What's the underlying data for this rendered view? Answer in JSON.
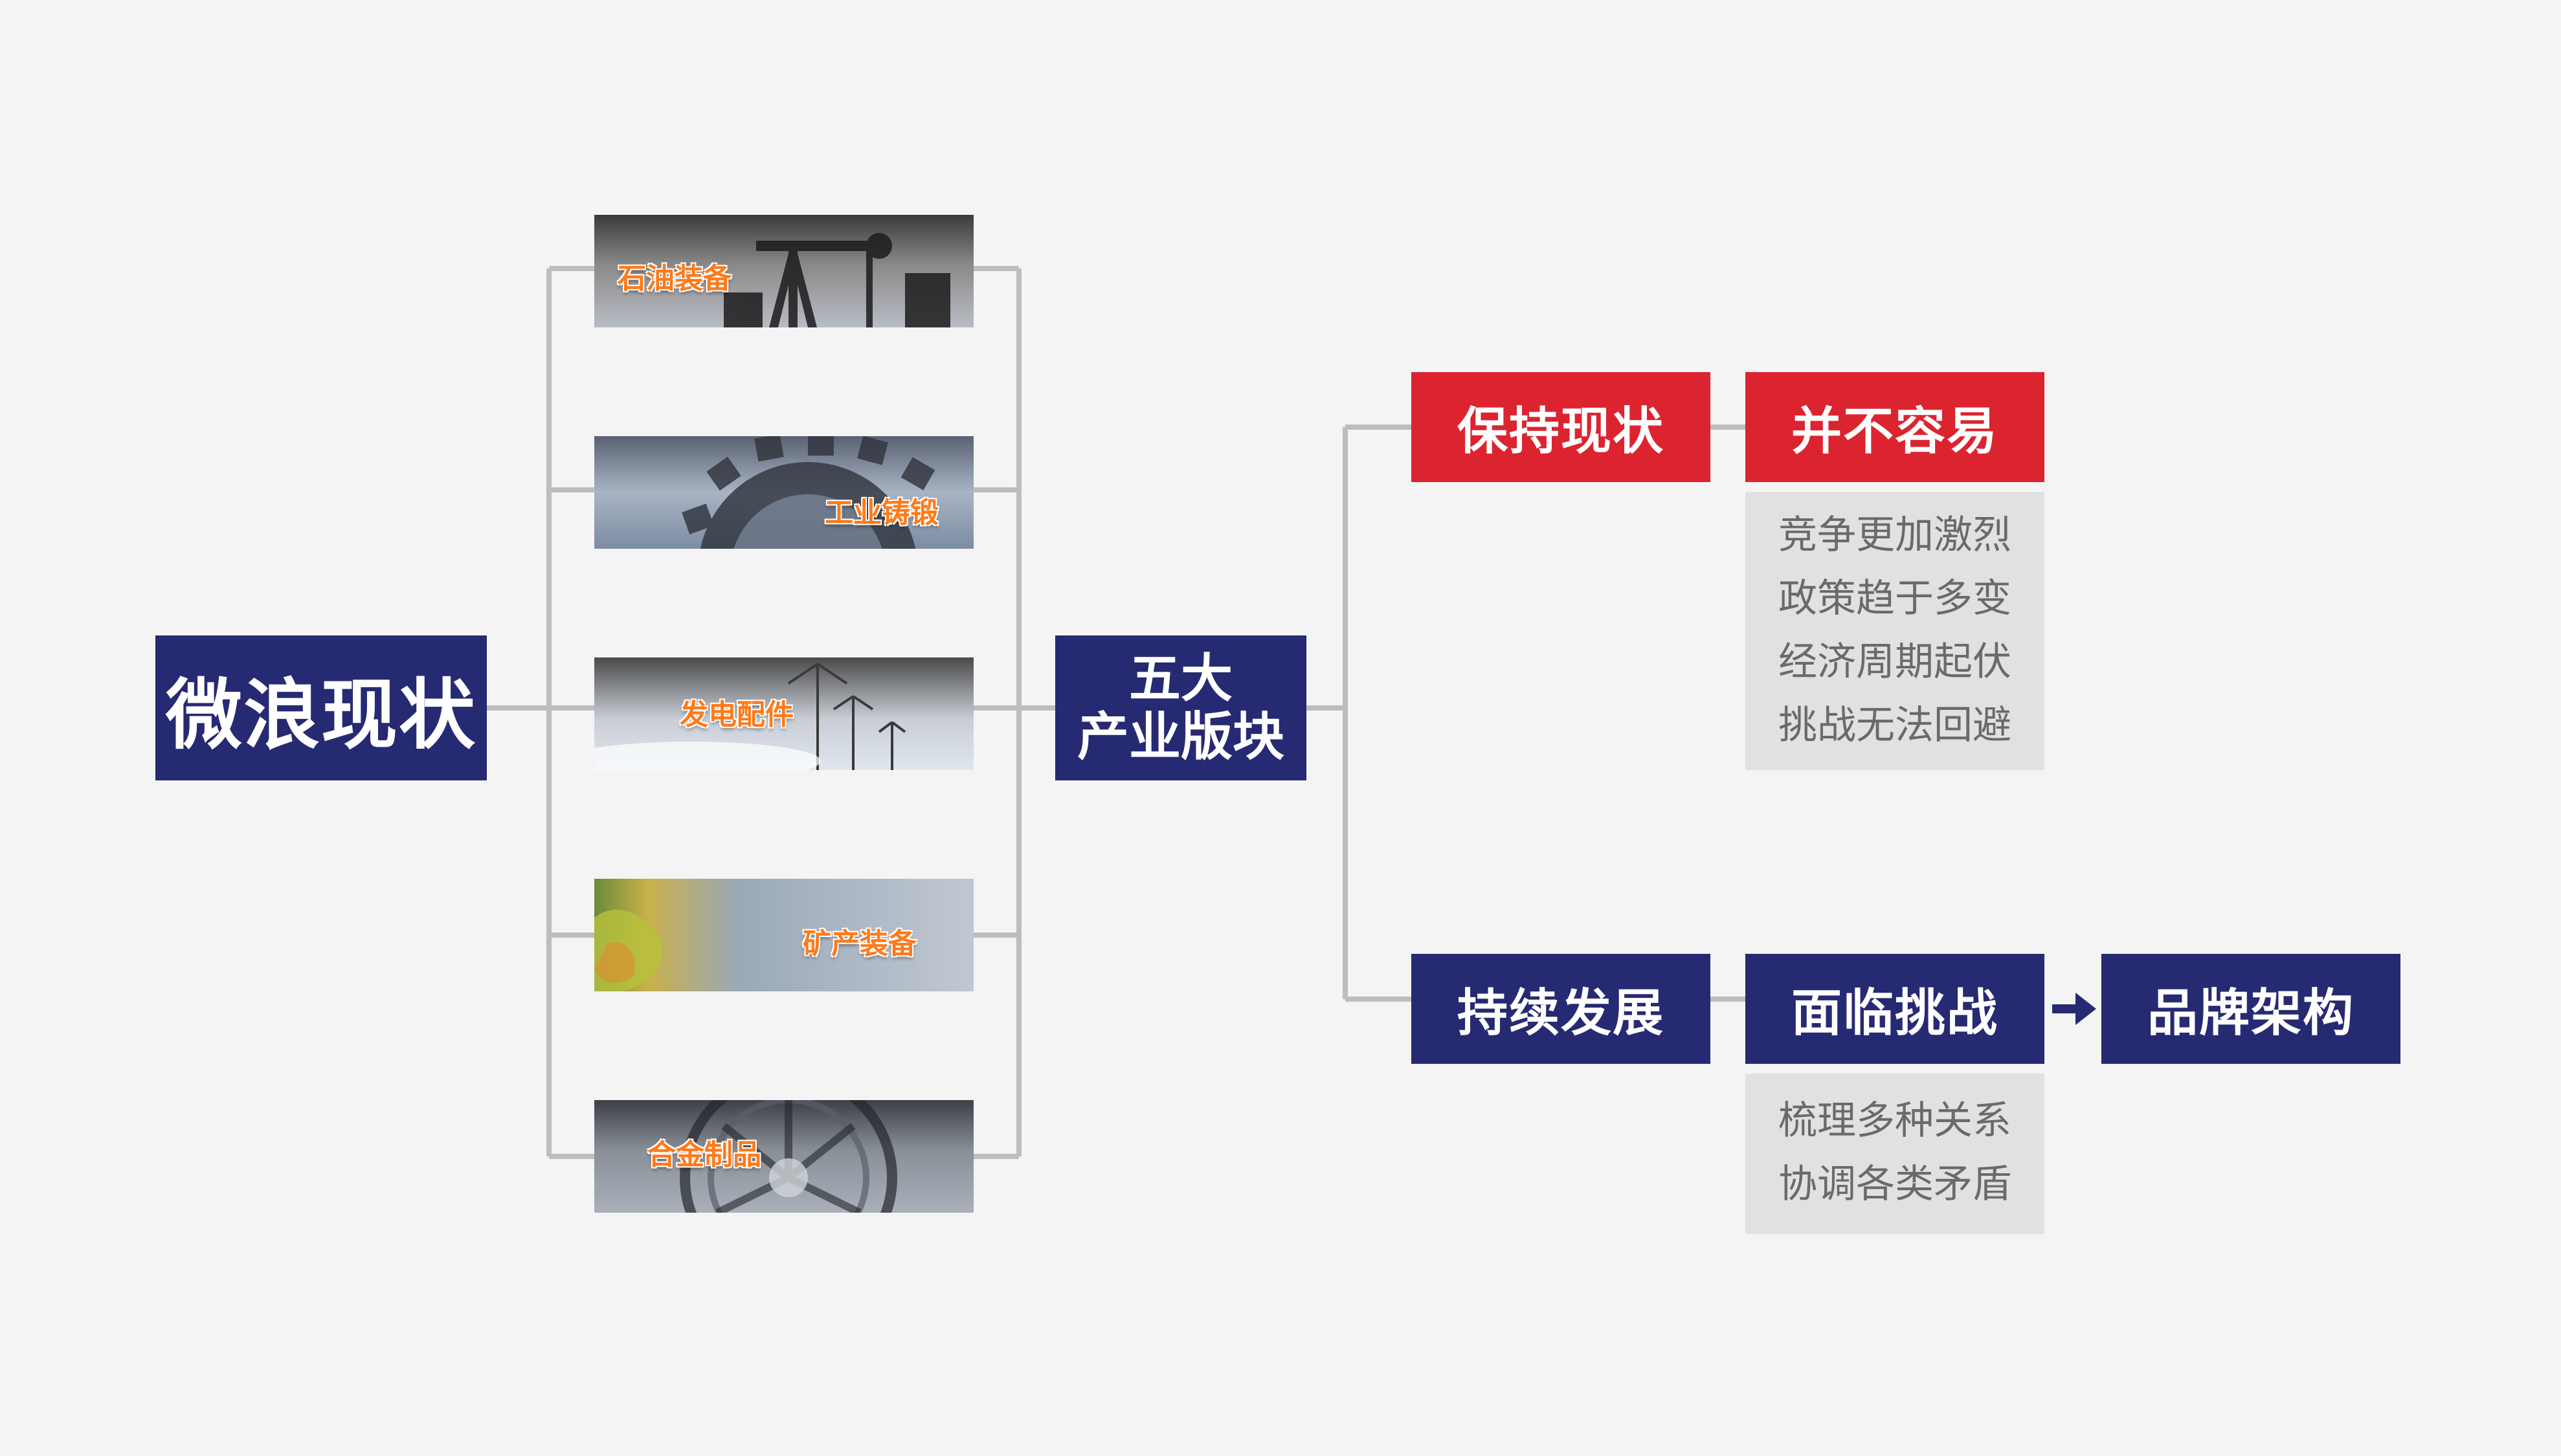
{
  "root": {
    "title": "微浪现状"
  },
  "hub": {
    "line1": "五大",
    "line2": "产业版块"
  },
  "segments": [
    {
      "label": "石油装备"
    },
    {
      "label": "工业铸锻"
    },
    {
      "label": "发电配件"
    },
    {
      "label": "矿产装备"
    },
    {
      "label": "合金制品"
    }
  ],
  "upper_branch": {
    "status": "保持现状",
    "verdict": "并不容易",
    "notes": [
      "竞争更加激烈",
      "政策趋于多变",
      "经济周期起伏",
      "挑战无法回避"
    ]
  },
  "lower_branch": {
    "status": "持续发展",
    "verdict": "面临挑战",
    "result": "品牌架构",
    "notes": [
      "梳理多种关系",
      "协调各类矛盾"
    ]
  },
  "colors": {
    "navy": "#262a72",
    "red": "#dc2430",
    "connector": "#bdbdbd",
    "background": "#f4f4f4",
    "note_bg": "#e1e1e1",
    "tile_label": "#ff7a1a"
  }
}
